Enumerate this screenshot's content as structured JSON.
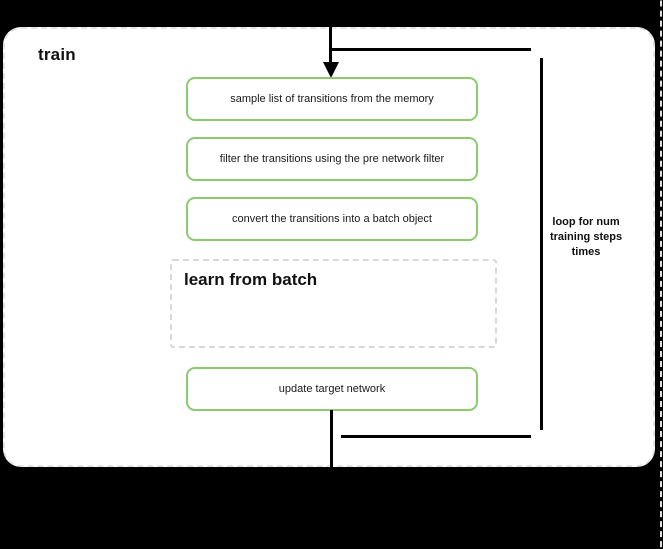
{
  "diagram": {
    "panel": {
      "title": "train"
    },
    "steps": [
      {
        "id": "sample",
        "label": "sample list of transitions from the memory"
      },
      {
        "id": "filter",
        "label": "filter the transitions using the pre network filter"
      },
      {
        "id": "convert",
        "label": "convert the transitions into a batch object"
      },
      {
        "id": "update",
        "label": "update target network"
      }
    ],
    "subprocess": {
      "title": "learn from batch"
    },
    "loop": {
      "label": "loop for num training steps times"
    },
    "colors": {
      "step_border": "#8dc96f",
      "connector": "#000000",
      "panel_border": "#e3e3e3",
      "subprocess_border": "#d8d8d8",
      "background": "#000000",
      "panel_background": "#ffffff"
    }
  }
}
